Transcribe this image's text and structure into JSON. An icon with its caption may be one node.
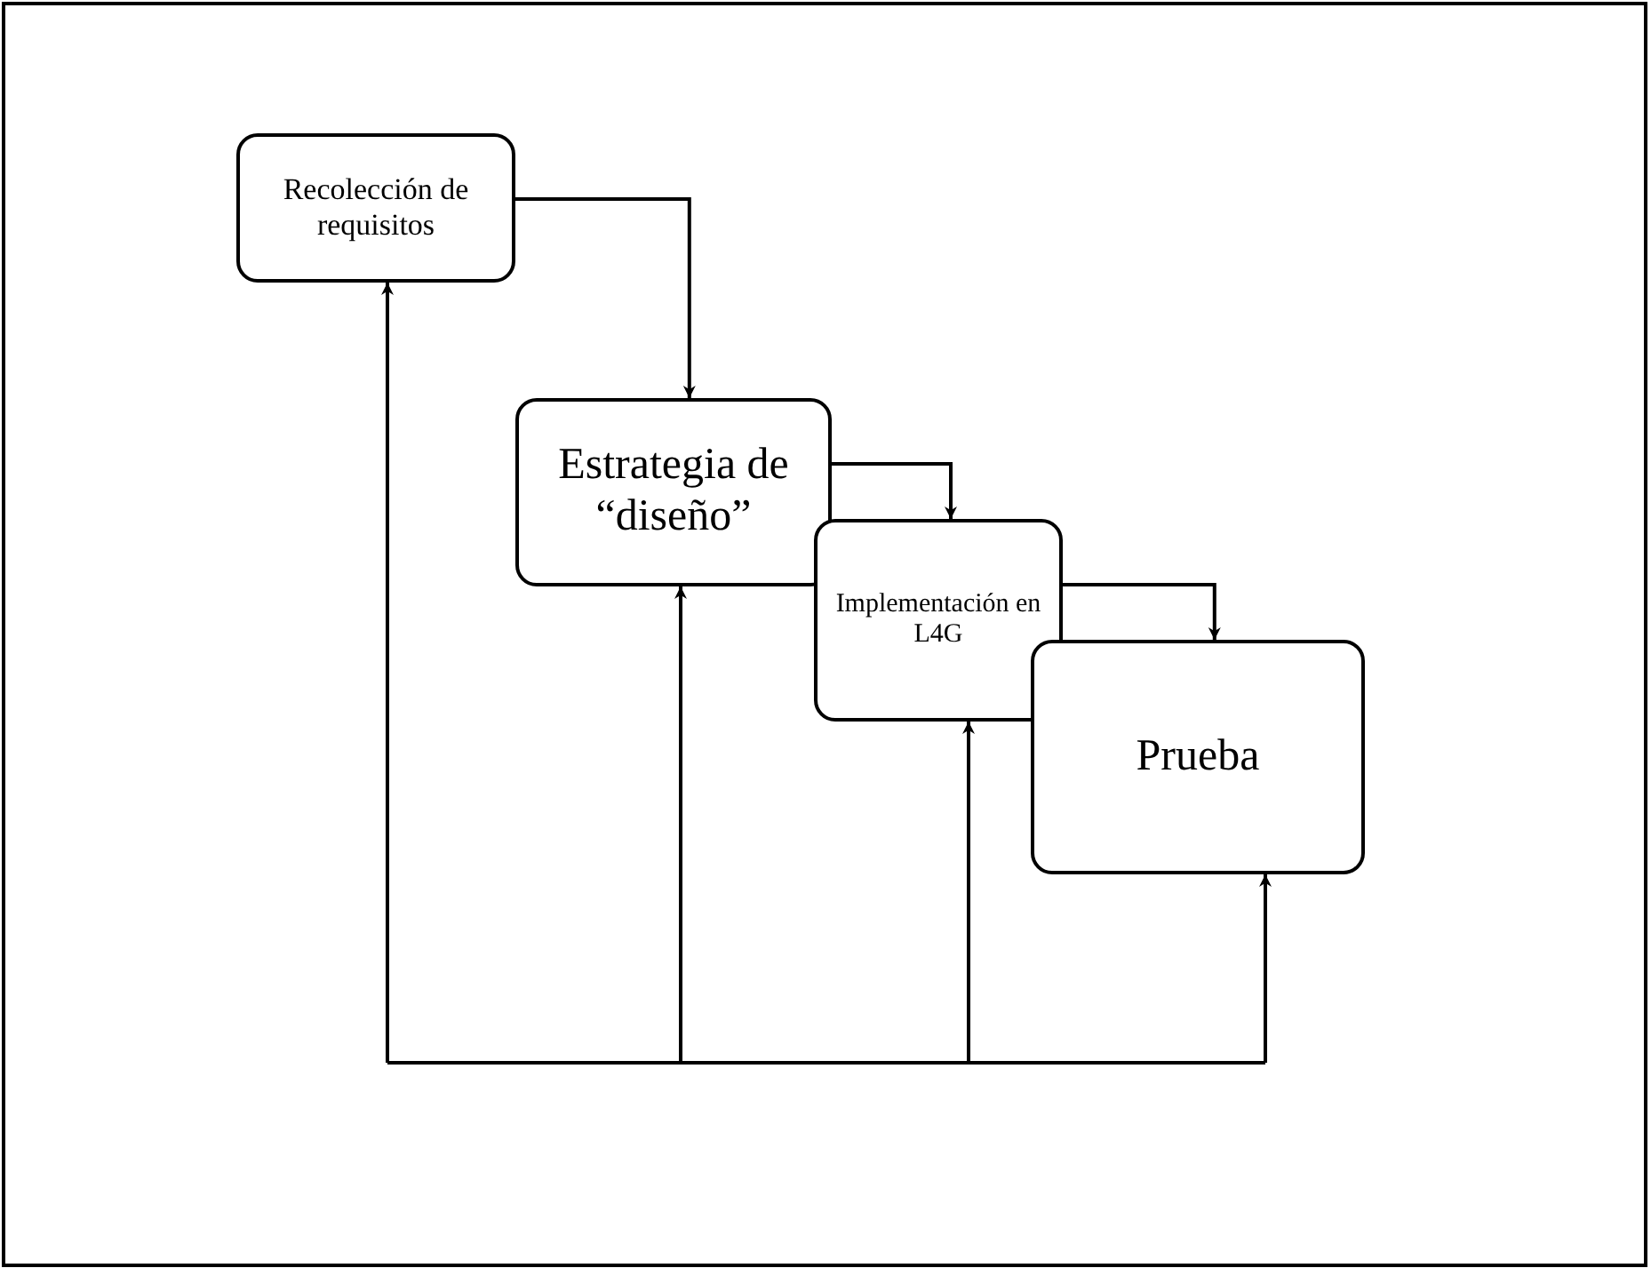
{
  "diagram": {
    "nodes": [
      {
        "text": [
          "Recolección de requisitos"
        ]
      },
      {
        "text": [
          "Estrategia de “diseño”"
        ]
      },
      {
        "text": [
          "Implementación en L4G"
        ]
      },
      {
        "text": [
          "Prueba"
        ]
      }
    ],
    "edges": [
      {
        "from": 0,
        "to": 1,
        "arrow": "to"
      },
      {
        "from": 1,
        "to": 2,
        "arrow": "to"
      },
      {
        "from": 2,
        "to": 3,
        "arrow": "to"
      },
      {
        "from": null,
        "to": 0,
        "arrow": "to"
      },
      {
        "from": null,
        "to": 1,
        "arrow": "to"
      },
      {
        "from": null,
        "to": 2,
        "arrow": "to"
      },
      {
        "from": null,
        "to": 3,
        "arrow": "to"
      }
    ]
  }
}
